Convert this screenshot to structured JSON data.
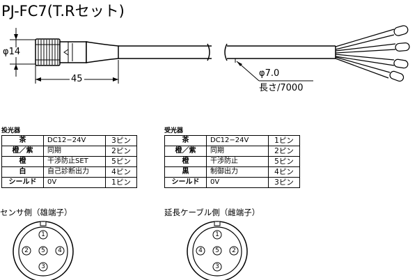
{
  "title": "PJ-FC7(T.Rセット)",
  "dims": {
    "phi14": "φ14",
    "len45": "45",
    "phi70": "φ7.0",
    "length": "長さ/7000"
  },
  "emitter": {
    "label": "投光器",
    "rows": [
      {
        "color": "茶",
        "signal": "DC12−24V",
        "pin": "3ピン"
      },
      {
        "color": "橙／紫",
        "signal": "同期",
        "pin": "2ピン"
      },
      {
        "color": "橙",
        "signal": "干渉防止SET",
        "pin": "5ピン"
      },
      {
        "color": "白",
        "signal": "自己診断出力",
        "pin": "4ピン"
      },
      {
        "color": "シールド",
        "signal": "0V",
        "pin": "1ピン"
      }
    ]
  },
  "receiver": {
    "label": "受光器",
    "rows": [
      {
        "color": "茶",
        "signal": "DC12−24V",
        "pin": "1ピン"
      },
      {
        "color": "橙／紫",
        "signal": "同期",
        "pin": "2ピン"
      },
      {
        "color": "橙",
        "signal": "干渉防止",
        "pin": "5ピン"
      },
      {
        "color": "黒",
        "signal": "制御出力",
        "pin": "4ピン"
      },
      {
        "color": "シールド",
        "signal": "0V",
        "pin": "3ピン"
      }
    ]
  },
  "sensor_side": {
    "label": "センサ側（雄端子）",
    "pins": [
      "1",
      "2",
      "5",
      "4",
      "3"
    ]
  },
  "cable_side": {
    "label": "延長ケーブル側（雌端子）",
    "pins": [
      "1",
      "4",
      "5",
      "2",
      "3"
    ]
  }
}
